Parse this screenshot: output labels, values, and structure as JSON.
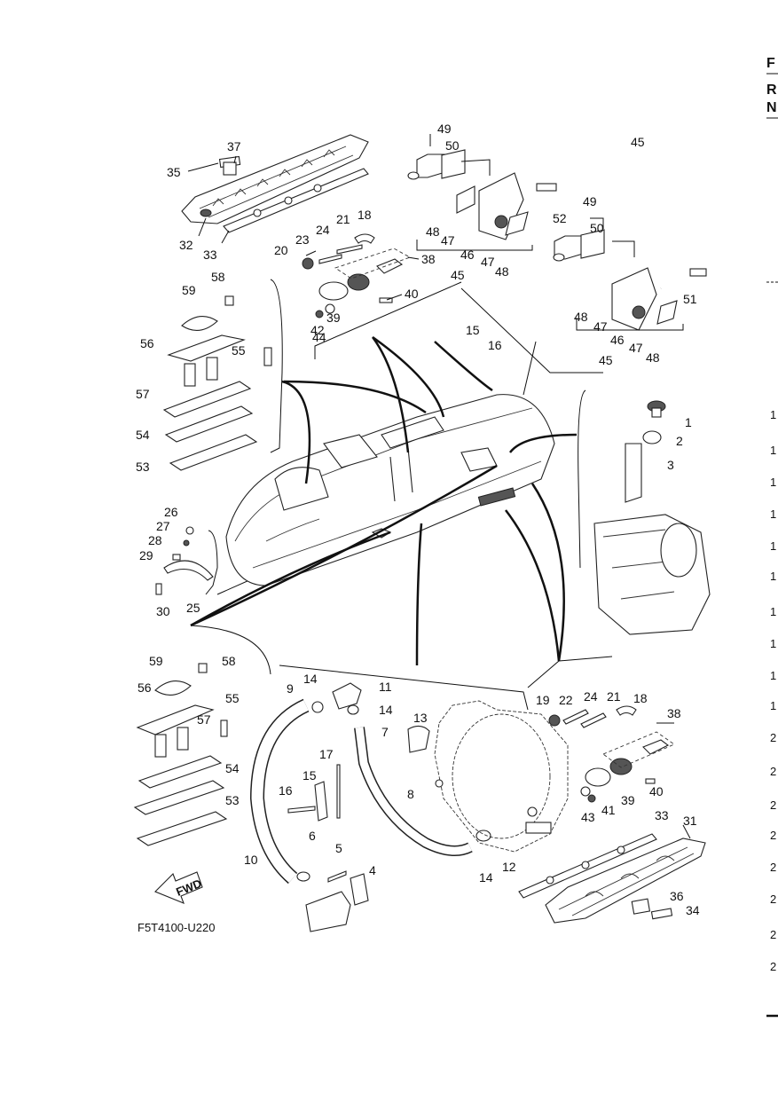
{
  "diagram": {
    "figure_code": "F5T4100-U220",
    "direction_label": "FWD",
    "right_edge_letters": [
      "F",
      "R",
      "N"
    ],
    "right_edge_digits": [
      "1",
      "1",
      "1",
      "1",
      "1",
      "1",
      "1",
      "1",
      "1",
      "1",
      "2",
      "2",
      "2",
      "2",
      "2",
      "2",
      "2",
      "2"
    ]
  },
  "callouts": {
    "c1": "1",
    "c2": "2",
    "c3": "3",
    "c4": "4",
    "c5": "5",
    "c6": "6",
    "c7": "7",
    "c8": "8",
    "c9": "9",
    "c10": "10",
    "c11": "11",
    "c12": "12",
    "c13": "13",
    "c14a": "14",
    "c14b": "14",
    "c14c": "14",
    "c15a": "15",
    "c15b": "15",
    "c16a": "16",
    "c16b": "16",
    "c17": "17",
    "c18a": "18",
    "c18b": "18",
    "c19": "19",
    "c20": "20",
    "c21a": "21",
    "c21b": "21",
    "c22": "22",
    "c23": "23",
    "c24a": "24",
    "c24b": "24",
    "c25": "25",
    "c26": "26",
    "c27": "27",
    "c28": "28",
    "c29": "29",
    "c30": "30",
    "c31": "31",
    "c32": "32",
    "c33a": "33",
    "c33b": "33",
    "c34": "34",
    "c35": "35",
    "c36": "36",
    "c37": "37",
    "c38a": "38",
    "c38b": "38",
    "c39a": "39",
    "c39b": "39",
    "c40a": "40",
    "c40b": "40",
    "c41": "41",
    "c42": "42",
    "c43": "43",
    "c44": "44",
    "c45a": "45",
    "c45b": "45",
    "c45c": "45",
    "c46a": "46",
    "c46b": "46",
    "c47a": "47",
    "c47b": "47",
    "c47c": "47",
    "c47d": "47",
    "c48a": "48",
    "c48b": "48",
    "c48c": "48",
    "c48d": "48",
    "c49a": "49",
    "c49b": "49",
    "c50a": "50",
    "c50b": "50",
    "c51": "51",
    "c52": "52",
    "c53a": "53",
    "c53b": "53",
    "c54a": "54",
    "c54b": "54",
    "c55a": "55",
    "c55b": "55",
    "c56a": "56",
    "c56b": "56",
    "c57a": "57",
    "c57b": "57",
    "c58a": "58",
    "c58b": "58",
    "c59a": "59",
    "c59b": "59"
  }
}
